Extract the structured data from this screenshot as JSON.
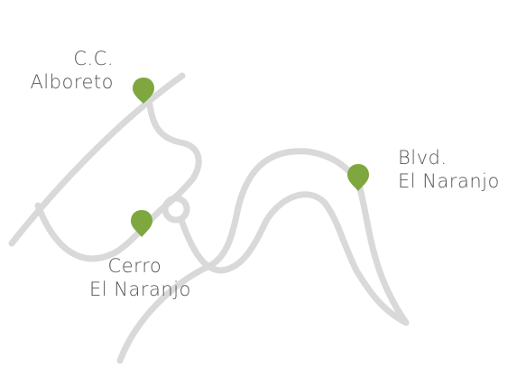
{
  "map": {
    "road_color": "#d9d9d9",
    "marker_color": "#7ea83f",
    "label_color": "#555555"
  },
  "places": [
    {
      "id": "cc-alboreto",
      "lines": [
        "C.C.",
        "Alboreto"
      ],
      "icon": "map-pin-icon"
    },
    {
      "id": "blvd-el-naranjo",
      "lines": [
        "Blvd.",
        "El Naranjo"
      ],
      "icon": "map-pin-icon"
    },
    {
      "id": "cerro-el-naranjo",
      "lines": [
        "Cerro",
        "El Naranjo"
      ],
      "icon": "map-pin-icon"
    }
  ]
}
